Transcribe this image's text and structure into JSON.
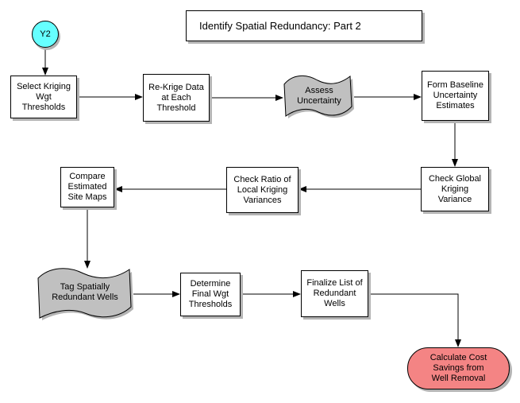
{
  "title": "Identify Spatial Redundancy: Part 2",
  "start": {
    "label": "Y2",
    "shape": "circle"
  },
  "nodes": {
    "select_kriging": {
      "label": "Select Kriging\nWgt\nThresholds",
      "shape": "rectangle"
    },
    "rekrige": {
      "label": "Re-Krige Data\nat Each\nThreshold",
      "shape": "rectangle"
    },
    "assess": {
      "label": "Assess\nUncertainty",
      "shape": "wave"
    },
    "form_baseline": {
      "label": "Form Baseline\nUncertainty\nEstimates",
      "shape": "rectangle"
    },
    "check_global": {
      "label": "Check Global\nKriging\nVariance",
      "shape": "rectangle"
    },
    "check_ratio": {
      "label": "Check Ratio of\nLocal Kriging\nVariances",
      "shape": "rectangle"
    },
    "compare_maps": {
      "label": "Compare\nEstimated\nSite Maps",
      "shape": "rectangle"
    },
    "tag_wells": {
      "label": "Tag Spatially\nRedundant Wells",
      "shape": "wave"
    },
    "determine": {
      "label": "Determine\nFinal Wgt\nThresholds",
      "shape": "rectangle"
    },
    "finalize": {
      "label": "Finalize List of\nRedundant\nWells",
      "shape": "rectangle"
    },
    "calculate": {
      "label": "Calculate Cost\nSavings from\nWell Removal",
      "shape": "terminator"
    }
  },
  "edges": [
    {
      "from": "start",
      "to": "select_kriging"
    },
    {
      "from": "select_kriging",
      "to": "rekrige"
    },
    {
      "from": "rekrige",
      "to": "assess"
    },
    {
      "from": "assess",
      "to": "form_baseline"
    },
    {
      "from": "form_baseline",
      "to": "check_global"
    },
    {
      "from": "check_global",
      "to": "check_ratio"
    },
    {
      "from": "check_ratio",
      "to": "compare_maps"
    },
    {
      "from": "compare_maps",
      "to": "tag_wells"
    },
    {
      "from": "tag_wells",
      "to": "determine"
    },
    {
      "from": "determine",
      "to": "finalize"
    },
    {
      "from": "finalize",
      "to": "calculate"
    }
  ],
  "colors": {
    "start_fill": "#66FFFF",
    "wave_fill": "#C0C0C0",
    "terminator_fill": "#F48484",
    "shadow": "#B4B4B4",
    "border": "#000000",
    "background": "#FFFFFF"
  }
}
